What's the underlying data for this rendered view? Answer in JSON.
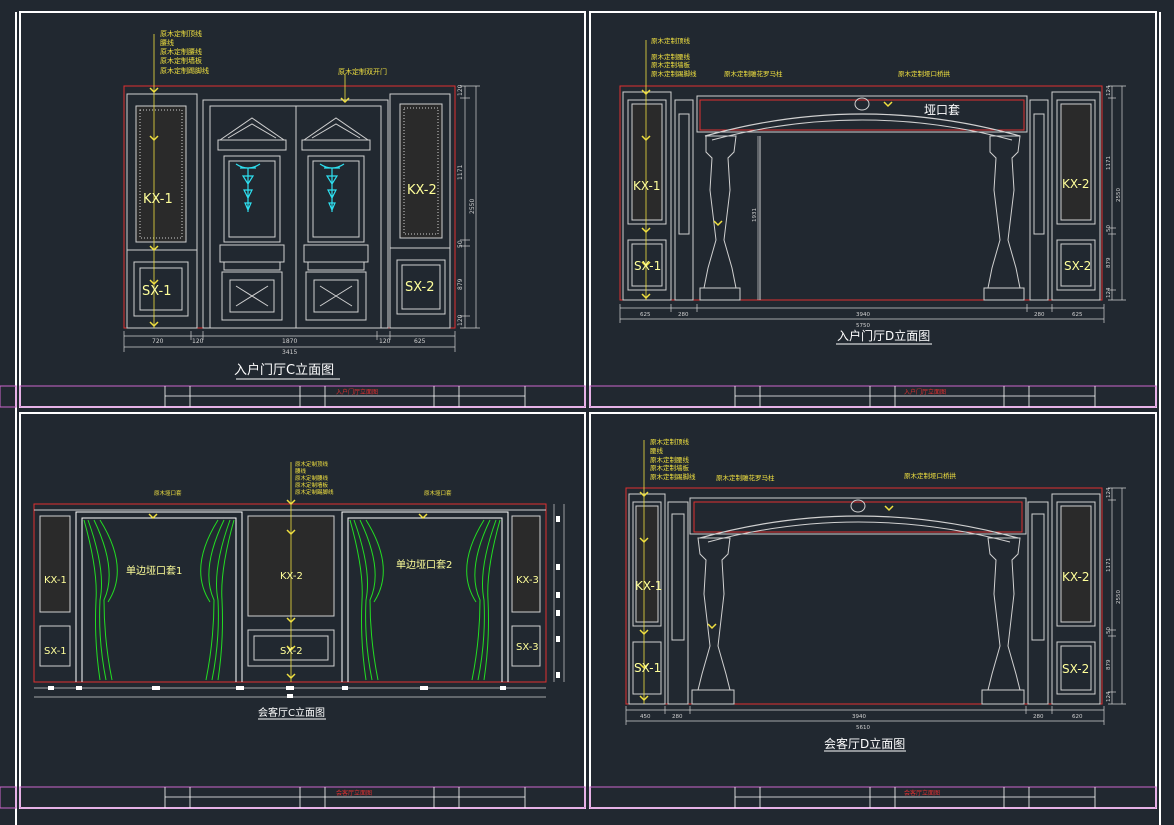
{
  "sheets": [
    {
      "id": "c1",
      "title": "入户门厅C立面图",
      "titleblock": "入户门厅立面图",
      "notes": [
        "原木定制顶线",
        "腰线",
        "原木定制腰线",
        "原木定制墙板",
        "原木定制踢脚线"
      ],
      "door_note": "原木定制双开门",
      "labels": [
        "KX-1",
        "SX-1",
        "KX-2",
        "SX-2"
      ],
      "dims_bottom": [
        "720",
        "120",
        "1870",
        "120",
        "625"
      ],
      "dim_total": "3415",
      "dims_right": [
        "120",
        "1171",
        "2550",
        "50",
        "879",
        "120"
      ]
    },
    {
      "id": "d1",
      "title": "入户门厅D立面图",
      "titleblock": "入户门厅立面图",
      "notes": [
        "原木定制顶线",
        "原木定制腰线",
        "原木定制墙板",
        "原木定制踢脚线"
      ],
      "note_column": "原木定制雕花罗马柱",
      "note_arch": "原木定制垭口桥拱",
      "arch_label": "垭口套",
      "labels": [
        "KX-1",
        "SX-1",
        "KX-2",
        "SX-2"
      ],
      "dims_bottom": [
        "625",
        "280",
        "3940",
        "280",
        "625"
      ],
      "dim_total": "5750",
      "dims_right": [
        "124",
        "1171",
        "2550",
        "50",
        "879",
        "124"
      ],
      "dim_inner": "1931"
    },
    {
      "id": "c2",
      "title": "会客厅C立面图",
      "titleblock": "会客厅立面图",
      "notes": [
        "原木定制顶线",
        "腰线",
        "原木定制腰线",
        "原木定制墙板",
        "原木定制踢脚线"
      ],
      "note_left": "原木垭口套",
      "note_right": "原木垭口套",
      "labels": [
        "KX-1",
        "SX-1",
        "KX-2",
        "SX-2",
        "KX-3",
        "SX-3",
        "单边垭口套1",
        "单边垭口套2"
      ]
    },
    {
      "id": "d2",
      "title": "会客厅D立面图",
      "titleblock": "会客厅立面图",
      "notes": [
        "原木定制顶线",
        "腰线",
        "原木定制腰线",
        "原木定制墙板",
        "原木定制踢脚线"
      ],
      "note_column": "原木定制雕花罗马柱",
      "note_arch": "原木定制垭口桥拱",
      "labels": [
        "KX-1",
        "SX-1",
        "KX-2",
        "SX-2"
      ],
      "dims_bottom": [
        "450",
        "280",
        "3940",
        "280",
        "620"
      ],
      "dim_total": "5610",
      "dims_right": [
        "124",
        "1171",
        "2550",
        "50",
        "879",
        "124"
      ]
    }
  ],
  "colors": {
    "background": "#212830",
    "frame": "#ffffff",
    "titleblock": "#cc66cc",
    "wall": "#d0d0d0",
    "outline_red": "#e03030",
    "note_text": "#f0e040",
    "label_text": "#ffff9a",
    "title_text": "#ffffff",
    "chandelier": "#2ee0f0",
    "curtain": "#22dd22",
    "marble": "#2a2a2a"
  }
}
